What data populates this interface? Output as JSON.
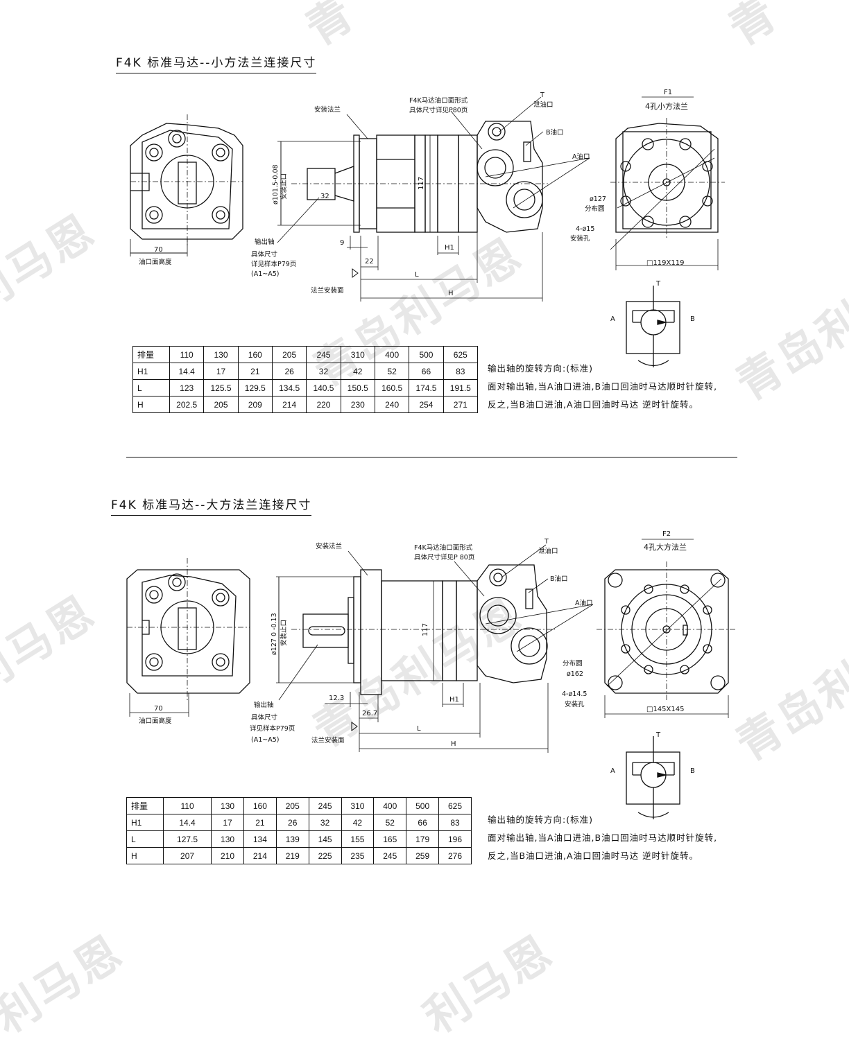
{
  "watermark": {
    "text_a": "青岛利马恩",
    "text_b": "利马恩",
    "text_c": "青"
  },
  "sections": [
    {
      "title": "F4K 标准马达--小方法兰连接尺寸",
      "labels": {
        "mount_flange": "安装法兰",
        "port_form_1": "F4K马达油口面形式",
        "port_form_2": "具体尺寸详见P80页",
        "t": "T",
        "drain": "泄油口",
        "b_port": "B油口",
        "a_port": "A油口",
        "flange_code": "F1",
        "flange_name": "4孔小方法兰",
        "pitch_dia": "ø127",
        "pitch_circle": "分布圆",
        "holes": "4-ø15",
        "mount_hole": "安装孔",
        "square": "□119X119",
        "pilot_dia": "ø101.5-0.08",
        "pilot_text": "安装止口",
        "shaft": "输出轴",
        "shaft_spec_1": "具体尺寸",
        "shaft_spec_2": "详见样本P79页",
        "shaft_spec_3": "(A1~A5)",
        "flange_face": "法兰安装面",
        "dim_117": "117",
        "dim_32": "32",
        "dim_9": "9",
        "dim_22": "22",
        "dim_70": "70",
        "port_height": "油口面高度",
        "h1": "H1",
        "l": "L",
        "h": "H",
        "sym_a": "A",
        "sym_b": "B",
        "sym_t": "T"
      },
      "table": {
        "header": [
          "排量",
          "110",
          "130",
          "160",
          "205",
          "245",
          "310",
          "400",
          "500",
          "625"
        ],
        "rows": [
          [
            "H1",
            "14.4",
            "17",
            "21",
            "26",
            "32",
            "42",
            "52",
            "66",
            "83"
          ],
          [
            "L",
            "123",
            "125.5",
            "129.5",
            "134.5",
            "140.5",
            "150.5",
            "160.5",
            "174.5",
            "191.5"
          ],
          [
            "H",
            "202.5",
            "205",
            "209",
            "214",
            "220",
            "230",
            "240",
            "254",
            "271"
          ]
        ]
      },
      "notes": [
        "输出轴的旋转方向:(标准)",
        "面对输出轴,当A油口进油,B油口回油时马达顺时针旋转,",
        "反之,当B油口进油,A油口回油时马达 逆时针旋转。"
      ]
    },
    {
      "title": "F4K 标准马达--大方法兰连接尺寸",
      "labels": {
        "mount_flange": "安装法兰",
        "port_form_1": "F4K马达油口面形式",
        "port_form_2": "具体尺寸详见P 80页",
        "t": "T",
        "drain": "泄油口",
        "b_port": "B油口",
        "a_port": "A油口",
        "flange_code": "F2",
        "flange_name": "4孔大方法兰",
        "pitch_dia": "ø162",
        "pitch_circle": "分布圆",
        "holes": "4-ø14.5",
        "mount_hole": "安装孔",
        "square": "□145X145",
        "pilot_dia": "ø127 0 -0.13",
        "pilot_text": "安装止口",
        "shaft": "输出轴",
        "shaft_spec_1": "具体尺寸",
        "shaft_spec_2": "详见样本P79页",
        "shaft_spec_3": "(A1~A5)",
        "flange_face": "法兰安装面",
        "dim_117": "117",
        "dim_12": "12.3",
        "dim_26": "26.7",
        "dim_70": "70",
        "port_height": "油口面高度",
        "h1": "H1",
        "l": "L",
        "h": "H",
        "sym_a": "A",
        "sym_b": "B",
        "sym_t": "T"
      },
      "table": {
        "header": [
          "排量",
          "110",
          "130",
          "160",
          "205",
          "245",
          "310",
          "400",
          "500",
          "625"
        ],
        "rows": [
          [
            "H1",
            "14.4",
            "17",
            "21",
            "26",
            "32",
            "42",
            "52",
            "66",
            "83"
          ],
          [
            "L",
            "127.5",
            "130",
            "134",
            "139",
            "145",
            "155",
            "165",
            "179",
            "196"
          ],
          [
            "H",
            "207",
            "210",
            "214",
            "219",
            "225",
            "235",
            "245",
            "259",
            "276"
          ]
        ]
      },
      "notes": [
        "输出轴的旋转方向:(标准)",
        "面对输出轴,当A油口进油,B油口回油时马达顺时针旋转,",
        "反之,当B油口进油,A油口回油时马达 逆时针旋转。"
      ]
    }
  ]
}
